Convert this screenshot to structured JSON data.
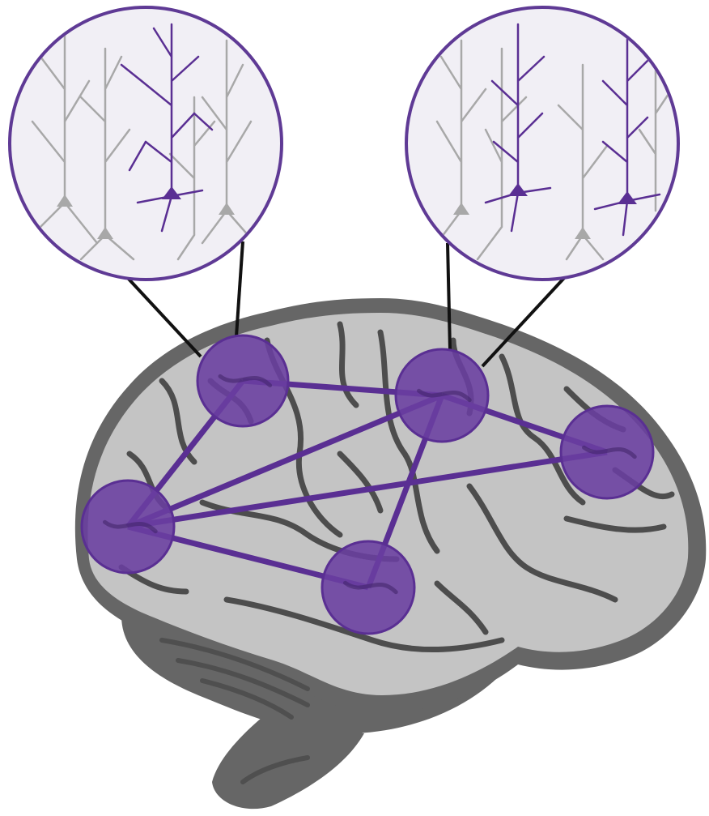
{
  "colors": {
    "background": "#ffffff",
    "brain_fill": "#c4c4c4",
    "brain_dark": "#666666",
    "brain_shadow": "#4f4f4f",
    "sulcus": "#4d4d4d",
    "node_fill": "#6a3fa0",
    "node_stroke": "#5a2f93",
    "network_line": "#5a2f93",
    "callout_line": "#111111",
    "inset_fill": "#f1eff5",
    "inset_border": "#5f3a95",
    "neuron_gray": "#a8a8a8",
    "neuron_purple": "#5a2f93"
  },
  "diagram": {
    "nodes": [
      {
        "id": "node-frontal-upper"
      },
      {
        "id": "node-parietal"
      },
      {
        "id": "node-occipital"
      },
      {
        "id": "node-frontal-lower"
      },
      {
        "id": "node-temporal"
      }
    ],
    "edges": [
      [
        "node-frontal-upper",
        "node-parietal"
      ],
      [
        "node-frontal-upper",
        "node-frontal-lower"
      ],
      [
        "node-parietal",
        "node-frontal-lower"
      ],
      [
        "node-parietal",
        "node-occipital"
      ],
      [
        "node-parietal",
        "node-temporal"
      ],
      [
        "node-frontal-lower",
        "node-occipital"
      ],
      [
        "node-frontal-lower",
        "node-temporal"
      ]
    ],
    "insets": [
      {
        "id": "inset-left",
        "linked_node": "node-frontal-upper",
        "highlighted_neurons": 1
      },
      {
        "id": "inset-right",
        "linked_node": "node-parietal",
        "highlighted_neurons": 2
      }
    ]
  }
}
